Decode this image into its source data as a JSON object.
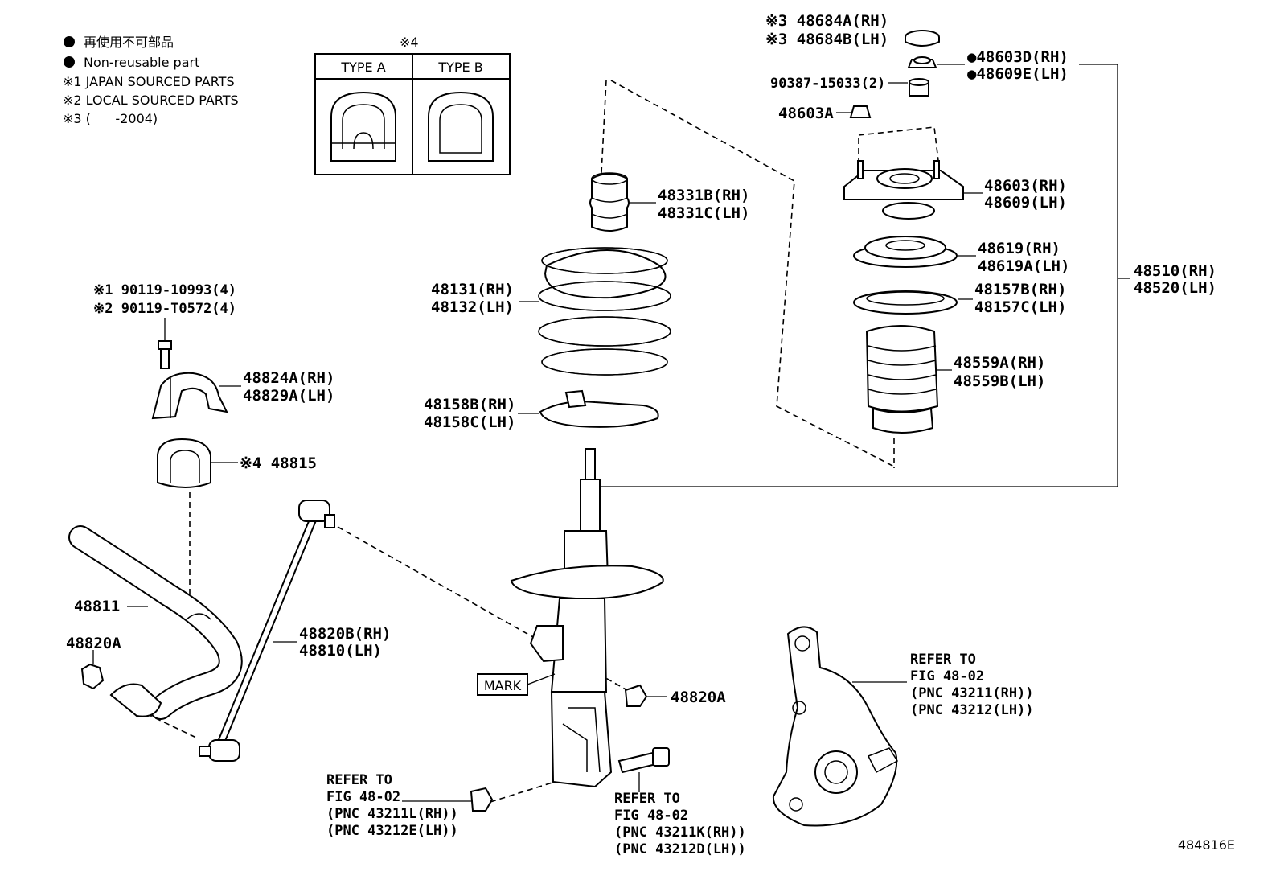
{
  "legend": {
    "line1": "再使用不可部品",
    "line2": "Non-reusable part",
    "line3": "※1 JAPAN SOURCED PARTS",
    "line4": "※2 LOCAL SOURCED PARTS",
    "line5": "※3 (      -2004)"
  },
  "type_box": {
    "note": "※4",
    "type_a": "TYPE A",
    "type_b": "TYPE B"
  },
  "labels": {
    "p48684a": "※3 48684A(RH)",
    "p48684b": "※3 48684B(LH)",
    "p48603d": "●48603D(RH)",
    "p48609e": "●48609E(LH)",
    "p90387": "90387-15033(2)",
    "p48603a": "48603A",
    "p48603": "48603(RH)",
    "p48609": "48609(LH)",
    "p48619": "48619(RH)",
    "p48619a": "48619A(LH)",
    "p48157b": "48157B(RH)",
    "p48157c": "48157C(LH)",
    "p48559a": "48559A(RH)",
    "p48559b": "48559B(LH)",
    "p48510": "48510(RH)",
    "p48520": "48520(LH)",
    "p48331b": "48331B(RH)",
    "p48331c": "48331C(LH)",
    "p48131": "48131(RH)",
    "p48132": "48132(LH)",
    "p48158b": "48158B(RH)",
    "p48158c": "48158C(LH)",
    "p90119a": "※1 90119-10993(4)",
    "p90119b": "※2 90119-T0572(4)",
    "p48824a": "48824A(RH)",
    "p48829a": "48829A(LH)",
    "p48815": "※4 48815",
    "p48811": "48811",
    "p48820a_left": "48820A",
    "p48820b": "48820B(RH)",
    "p48810": "48810(LH)",
    "mark": "MARK",
    "p48820a_right": "48820A",
    "ref_knuckle_1": "REFER TO",
    "ref_knuckle_2": "FIG 48-02",
    "ref_knuckle_3": "(PNC 43211(RH))",
    "ref_knuckle_4": "(PNC 43212(LH))",
    "ref_nut_1": "REFER TO",
    "ref_nut_2": "FIG 48-02",
    "ref_nut_3": "(PNC 43211L(RH))",
    "ref_nut_4": "(PNC 43212E(LH))",
    "ref_bolt_1": "REFER TO",
    "ref_bolt_2": "FIG 48-02",
    "ref_bolt_3": "(PNC 43211K(RH))",
    "ref_bolt_4": "(PNC 43212D(LH))",
    "diagram_id": "484816E"
  }
}
